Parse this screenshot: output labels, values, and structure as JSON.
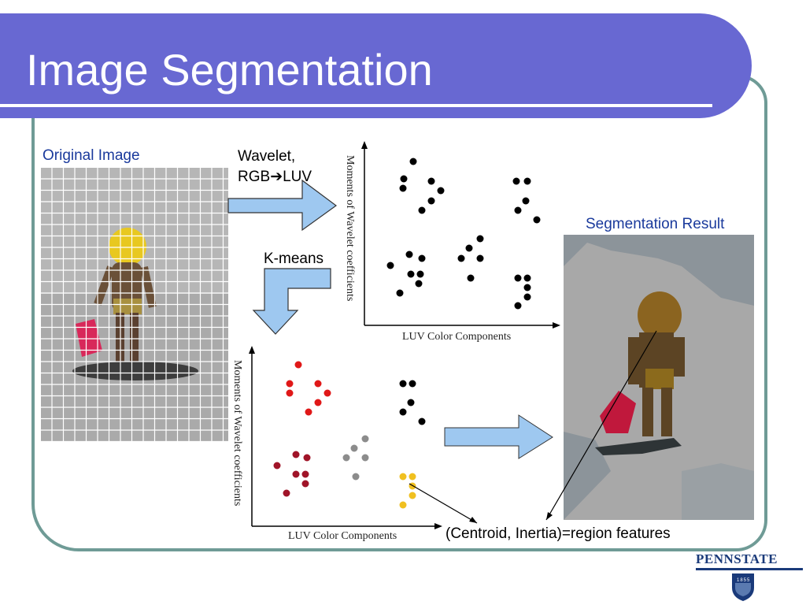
{
  "title": "Image Segmentation",
  "labels": {
    "original": "Original Image",
    "wavelet_line1": "Wavelet,",
    "wavelet_rgb": "RGB",
    "wavelet_arrow": "➔",
    "wavelet_luv": "LUV",
    "kmeans": "K-means",
    "segmentation_result": "Segmentation Result",
    "features": "(Centroid, Inertia)=region features"
  },
  "plot_top": {
    "ylabel": "Moments of Wavelet coefficients",
    "xlabel": "LUV Color Components"
  },
  "plot_bottom": {
    "ylabel": "Moments of Wavelet coefficients",
    "xlabel": "LUV Color Components"
  },
  "logo": {
    "text": "PENNSTATE",
    "year": "1855"
  },
  "colors": {
    "banner": "#6868d2",
    "frame": "#6f9b96",
    "arrow_fill": "#9ec8f0",
    "cluster_red": "#e01818",
    "cluster_maroon": "#a01428",
    "cluster_gray": "#8c8c8c",
    "cluster_yellow": "#f0c020",
    "cluster_black": "#000000"
  },
  "icons": [
    "right-arrow-icon",
    "bent-down-arrow-icon",
    "pennstate-shield-icon"
  ]
}
